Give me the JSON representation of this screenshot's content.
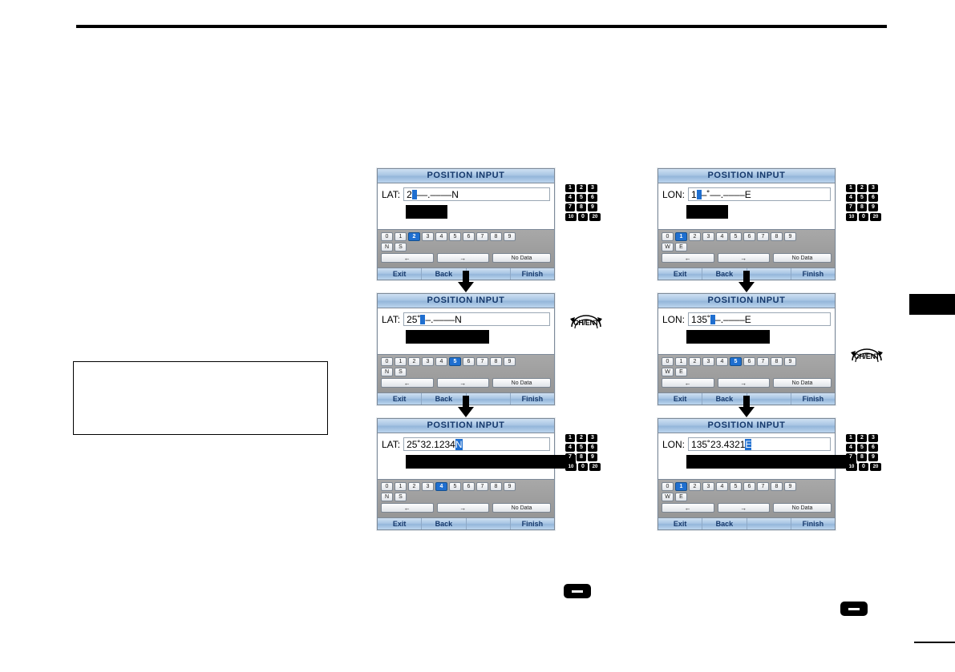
{
  "page": {
    "title": "POSITION INPUT",
    "has_top_rule": true,
    "has_bottom_rule": true,
    "edge_tab_present": true
  },
  "colors": {
    "accent_blue": "#1f6fd0",
    "title_text": "#15386b",
    "title_bar_top": "#cfe0f2",
    "title_bar_bottom": "#bcd5ee",
    "keypad_bg": "#a8a8a8",
    "panel_border": "#7d8a99",
    "redact": "#000000"
  },
  "icons": {
    "keypad": "numeric-keypad-icon",
    "dial": "ch-ent-dial-icon",
    "down_arrow": "down-arrow-icon",
    "dash_key": "dash-key-icon"
  },
  "keypad_icon": {
    "rows": [
      [
        "1",
        "2",
        "3"
      ],
      [
        "4",
        "5",
        "6"
      ],
      [
        "7",
        "8",
        "9"
      ],
      [
        "10",
        "0",
        "20"
      ]
    ]
  },
  "dial_icon": {
    "label": "CH/ENT"
  },
  "common": {
    "digits": [
      "0",
      "1",
      "2",
      "3",
      "4",
      "5",
      "6",
      "7",
      "8",
      "9"
    ],
    "arrow_left": "←",
    "arrow_right": "→",
    "no_data": "No Data",
    "softkeys": [
      "Exit",
      "Back",
      "",
      "Finish"
    ]
  },
  "columns": [
    {
      "name": "latitude-column",
      "field_label": "LAT:",
      "letter_keys": [
        "N",
        "S"
      ],
      "side_icon_1": "keypad",
      "side_icon_2": "dial",
      "side_icon_3": "keypad",
      "steps": [
        {
          "name": "lat-step-1",
          "title": "POSITION INPUT",
          "value_before": "2",
          "value_after": "––.––––N",
          "value_suffix_selected": "",
          "cursor": true,
          "active_key": "2",
          "redact_width": 52
        },
        {
          "name": "lat-step-2",
          "title": "POSITION INPUT",
          "value_before": "25˚",
          "value_after": "–.––––N",
          "value_suffix_selected": "",
          "cursor": true,
          "active_key": "5",
          "redact_width": 104
        },
        {
          "name": "lat-step-3",
          "title": "POSITION INPUT",
          "value_before": "25˚32.1234",
          "value_after": "",
          "value_suffix_selected": "N",
          "cursor": false,
          "active_key": "4",
          "redact_width": 212
        }
      ]
    },
    {
      "name": "longitude-column",
      "field_label": "LON:",
      "letter_keys": [
        "W",
        "E"
      ],
      "side_icon_1": "keypad",
      "side_icon_2": "dial",
      "side_icon_3": "keypad",
      "steps": [
        {
          "name": "lon-step-1",
          "title": "POSITION INPUT",
          "value_before": "1",
          "value_after": "–˚––.––––E",
          "value_suffix_selected": "",
          "cursor": true,
          "active_key": "1",
          "redact_width": 52
        },
        {
          "name": "lon-step-2",
          "title": "POSITION INPUT",
          "value_before": "135˚",
          "value_after": "–.––––E",
          "value_suffix_selected": "",
          "cursor": true,
          "active_key": "5",
          "redact_width": 104
        },
        {
          "name": "lon-step-3",
          "title": "POSITION INPUT",
          "value_before": "135˚23.4321",
          "value_after": "",
          "value_suffix_selected": "E",
          "cursor": false,
          "active_key": "1",
          "redact_width": 212
        }
      ]
    }
  ],
  "footnote_keys": [
    {
      "name": "dash-key-center",
      "glyph": "–"
    },
    {
      "name": "dash-key-right",
      "glyph": "–"
    }
  ]
}
